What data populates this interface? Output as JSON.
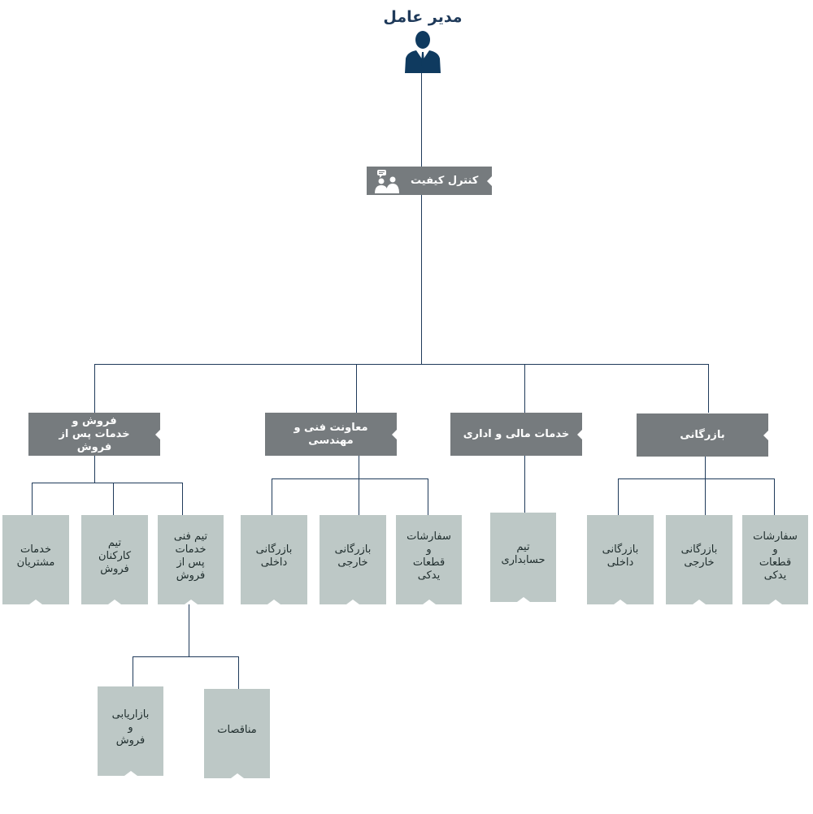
{
  "ceo": {
    "title": "مدیر عامل",
    "icon": "businessman-icon"
  },
  "quality": {
    "label": "کنترل کیفیت",
    "icon": "support-person-icon"
  },
  "departments": {
    "sales": "فروش و\nخدمات پس از فروش",
    "technical": "معاونت فنی و مهندسی",
    "finance": "خدمات مالی و اداری",
    "commerce": "بازرگانی"
  },
  "units": {
    "customer_service": "خدمات\nمشتریان",
    "sales_staff": "تیم\nکارکنان\nفروش",
    "after_sales_tech": "تیم فنی\nخدمات\nپس از\nفروش",
    "tech_domestic": "بازرگانی\nداخلی",
    "tech_foreign": "بازرگانی\nخارجی",
    "tech_orders": "سفارشات\nو\nقطعات\nیدکی",
    "accounting": "تیم\nحسابداری",
    "com_domestic": "بازرگانی\nداخلی",
    "com_foreign": "بازرگانی\nخارجی",
    "com_orders": "سفارشات\nو\nقطعات\nیدکی",
    "marketing": "بازاریابی\nو\nفروش",
    "tenders": "مناقصات"
  },
  "colors": {
    "line": "#1f3a5a",
    "header": "#767b7e",
    "box": "#bdc8c6",
    "icon": "#0f3a5f"
  }
}
